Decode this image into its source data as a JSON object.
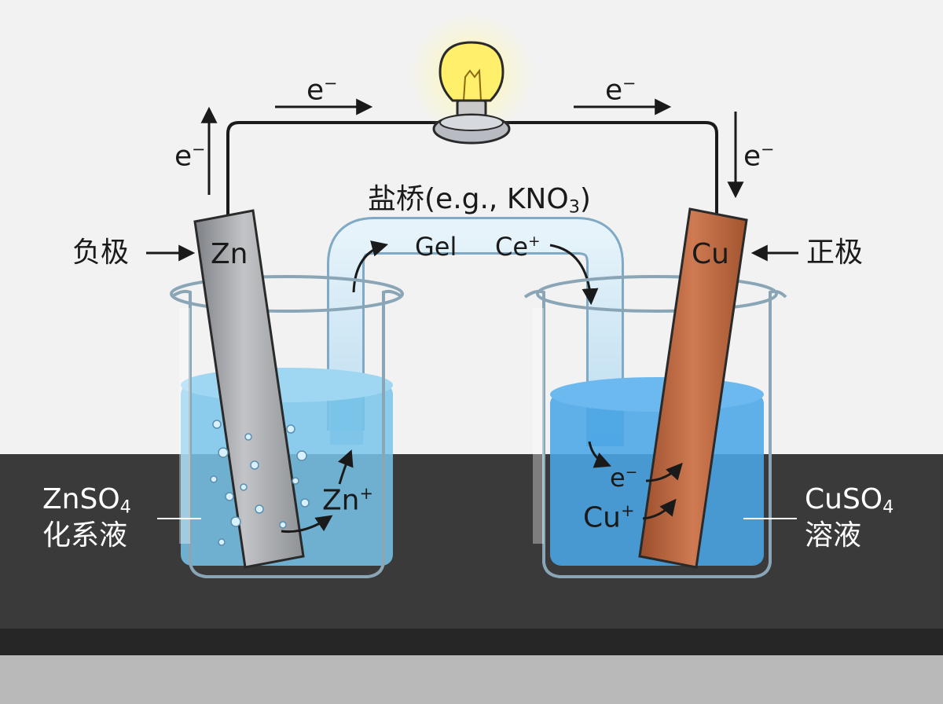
{
  "colors": {
    "background": "#f2f2f2",
    "bench": "#3a3a3a",
    "solution_zn": "#79c4ea",
    "solution_cu": "#4aa6e6",
    "zinc": "#a3a6aa",
    "copper": "#b4643f",
    "wire": "#1a1a1a",
    "bulb_glow": "#fff3a0"
  },
  "labels": {
    "anode": "负极",
    "cathode": "正极",
    "zn_electrode": "Zn",
    "cu_electrode": "Cu",
    "salt_bridge": "盐桥(e.g., KNO",
    "salt_bridge_sub": "3",
    "salt_bridge_end": ")",
    "gel": "Gel",
    "ce": "Ce",
    "ce_charge": "+",
    "zn_solution_formula": "ZnSO",
    "zn_solution_sub": "4",
    "zn_solution_name": "化系液",
    "cu_solution_formula": "CuSO",
    "cu_solution_sub": "4",
    "cu_solution_name": "溶液",
    "zn_ion": "Zn",
    "zn_ion_charge": "+",
    "cu_ion": "Cu",
    "cu_ion_charge": "+",
    "electron": "e",
    "electron_charge": "−"
  },
  "icons": [
    "light-bulb-icon",
    "arrow-icon"
  ]
}
